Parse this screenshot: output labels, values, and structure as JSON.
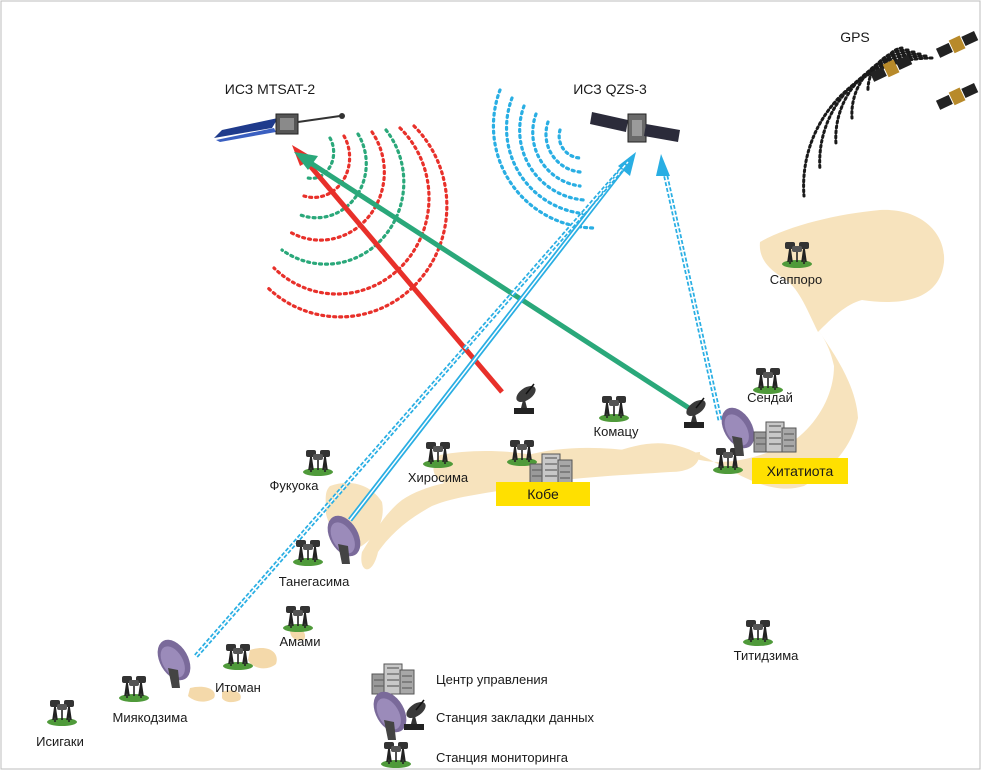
{
  "satellites": {
    "mtsat": "ИСЗ MTSAT-2",
    "qzs": "ИСЗ QZS-3",
    "gps": "GPS"
  },
  "cities": {
    "sapporo": "Саппоро",
    "sendai": "Сендай",
    "komatsu": "Комацу",
    "hiroshima": "Хиросима",
    "fukuoka": "Фукуока",
    "tanegashima": "Танегасима",
    "amami": "Амами",
    "itoman": "Итоман",
    "miyakojima": "Миякодзима",
    "ishigaki": "Исигаки",
    "chichijima": "Титидзима"
  },
  "highlighted": {
    "kobe": "Кобе",
    "hitachiota": "Хитатиота"
  },
  "legend": {
    "control_center": "Центр управления",
    "uplink_station": "Станция закладки данных",
    "monitor_station": "Станция мониторинга"
  },
  "colors": {
    "red_link": "#e8302a",
    "green_link": "#2aa87a",
    "blue_link": "#29aee3",
    "highlight": "#ffe000",
    "land": "#f7e3bd"
  }
}
